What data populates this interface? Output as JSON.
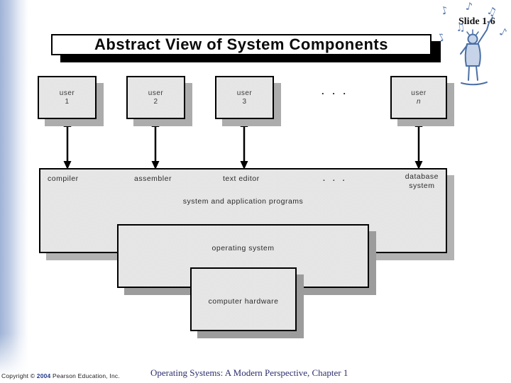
{
  "slide": {
    "slide_number_label": "Slide 1-6",
    "title": "Abstract View of System Components"
  },
  "diagram": {
    "users": [
      {
        "name": "user",
        "id": "1"
      },
      {
        "name": "user",
        "id": "2"
      },
      {
        "name": "user",
        "id": "3"
      },
      {
        "name": "user",
        "id": "n"
      }
    ],
    "users_ellipsis": ". . .",
    "programs_box": {
      "top_labels": [
        "compiler",
        "assembler",
        "text editor",
        ". . ."
      ],
      "db_label": {
        "line1": "database",
        "line2": "system"
      },
      "caption": "system and application programs"
    },
    "os_label": "operating system",
    "hw_label": "computer hardware"
  },
  "footer": {
    "copyright_prefix": "Copyright © ",
    "copyright_year": "2004",
    "copyright_suffix": " Pearson Education, Inc.",
    "book_title": "Operating Systems: A Modern Perspective, Chapter 1"
  },
  "icons": {
    "clipart": "music-conductor-clipart",
    "note_glyph": "♪",
    "double_note_glyph": "♫"
  },
  "colors": {
    "strip_blue": "#9fb3d6",
    "clipart_blue": "#5b7db3",
    "footer_navy": "#2e2e6e",
    "box_fill": "#e6e6e6",
    "shadow_gray": "#a8a8a8",
    "title_shadow": "#000000"
  }
}
